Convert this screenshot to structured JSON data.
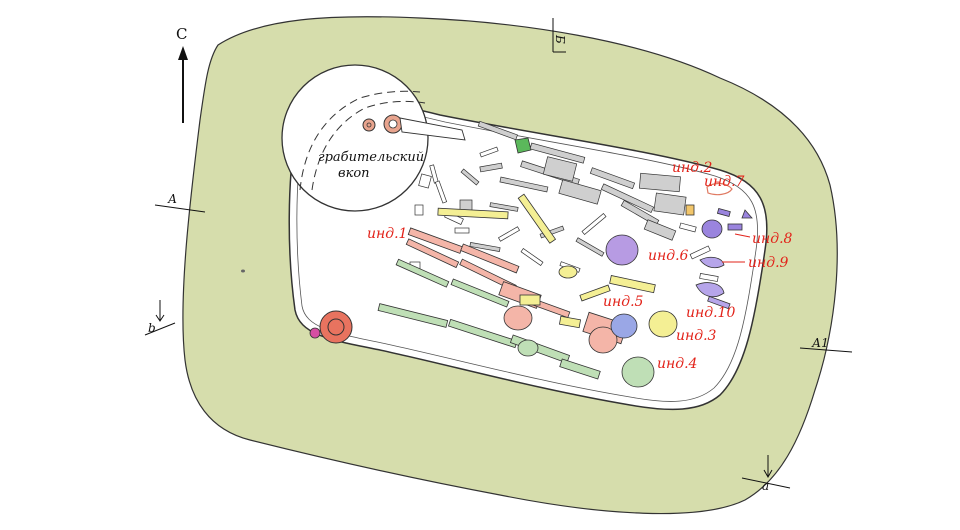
{
  "north_label": "С",
  "robber_pit_label": [
    "грабительский",
    "вкоп"
  ],
  "section_labels": {
    "A_left": "А",
    "A1_right": "А1",
    "b_top": "Б",
    "b_left": "b",
    "a_bottom": "a"
  },
  "individuals": [
    {
      "id": "ind1",
      "label": "инд.1",
      "color": "#f4b5a8"
    },
    {
      "id": "ind2",
      "label": "инд.2",
      "color": "#f2c66b"
    },
    {
      "id": "ind3",
      "label": "инд.3",
      "color": "#f4ef94"
    },
    {
      "id": "ind4",
      "label": "инд.4",
      "color": "#bfdfb6"
    },
    {
      "id": "ind5",
      "label": "инд.5",
      "color": "#f4b5a8"
    },
    {
      "id": "ind6",
      "label": "инд.6",
      "color": "#b79be3"
    },
    {
      "id": "ind7",
      "label": "инд.7",
      "color": "#f0a08c"
    },
    {
      "id": "ind8",
      "label": "инд.8",
      "color": "#9a84de"
    },
    {
      "id": "ind9",
      "label": "инд.9",
      "color": "#8c7ac8"
    },
    {
      "id": "ind10",
      "label": "инд.10",
      "color": "#8c7ac8"
    }
  ],
  "colors": {
    "fill_outer": "#d6ddac",
    "fill_pit": "#ffffff",
    "outline": "#333333",
    "label_red": "#e2231a"
  }
}
